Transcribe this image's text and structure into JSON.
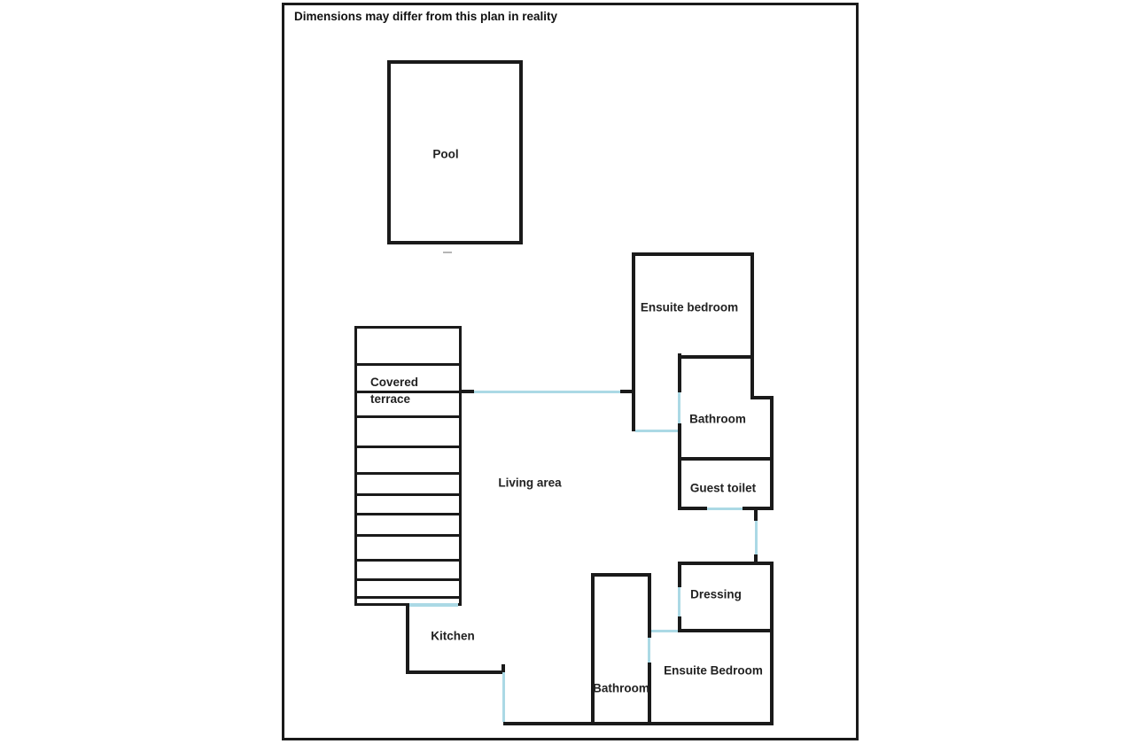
{
  "title": "Dimensions may differ from this plan in reality",
  "colors": {
    "wall": "#1a1a1a",
    "door_opening": "#abd9e5",
    "text": "#222222",
    "background": "#ffffff"
  },
  "labels": {
    "pool": "Pool",
    "covered_terrace_line1": "Covered",
    "covered_terrace_line2": "terrace",
    "living_area": "Living area",
    "ensuite_bedroom_top": "Ensuite bedroom",
    "bathroom_top": "Bathroom",
    "guest_toilet": "Guest toilet",
    "dressing": "Dressing",
    "ensuite_bedroom_bottom": "Ensuite Bedroom",
    "bathroom_bottom": "Bathroom",
    "kitchen": "Kitchen"
  }
}
